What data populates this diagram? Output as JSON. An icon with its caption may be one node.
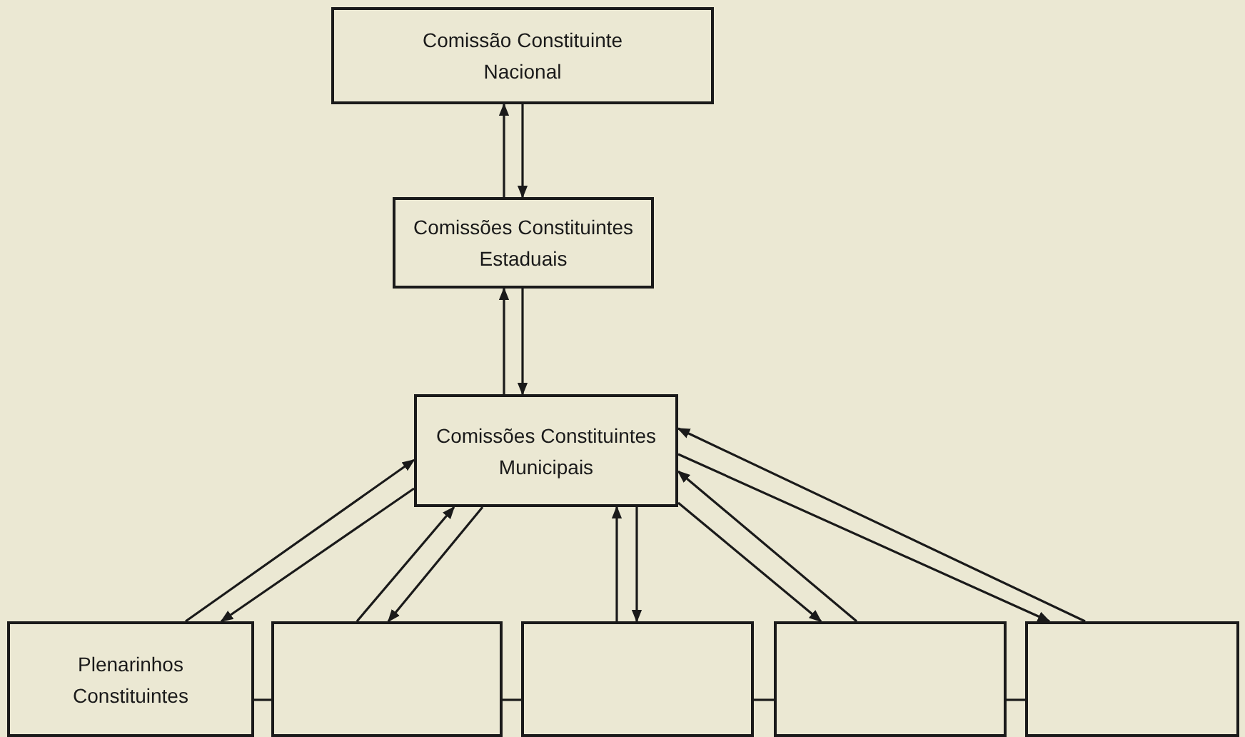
{
  "diagram": {
    "nodes": [
      {
        "text": [
          "Comissão Constituinte Nacional"
        ]
      },
      {
        "text": [
          "Comissões Constituintes Estaduais"
        ]
      },
      {
        "text": [
          "Comissões Constituintes Municipais"
        ]
      },
      {
        "text": [
          "Plenarinhos Constituintes"
        ]
      },
      {
        "text": [],
        "shape": "box"
      },
      {
        "text": [],
        "shape": "box"
      },
      {
        "text": [],
        "shape": "box"
      },
      {
        "text": [],
        "shape": "box"
      }
    ],
    "edges": [
      {
        "from": 1,
        "to": 0,
        "arrow": "to"
      },
      {
        "from": 0,
        "to": 1,
        "arrow": "to"
      },
      {
        "from": 2,
        "to": 1,
        "arrow": "to"
      },
      {
        "from": 1,
        "to": 2,
        "arrow": "to"
      },
      {
        "from": 3,
        "to": 2,
        "arrow": "to"
      },
      {
        "from": 2,
        "to": 3,
        "arrow": "to"
      },
      {
        "from": 4,
        "to": 2,
        "arrow": "to"
      },
      {
        "from": 2,
        "to": 4,
        "arrow": "to"
      },
      {
        "from": 5,
        "to": 2,
        "arrow": "to"
      },
      {
        "from": 2,
        "to": 5,
        "arrow": "to"
      },
      {
        "from": 6,
        "to": 2,
        "arrow": "to"
      },
      {
        "from": 2,
        "to": 6,
        "arrow": "to"
      },
      {
        "from": 7,
        "to": 2,
        "arrow": "to"
      },
      {
        "from": 2,
        "to": 7,
        "arrow": "to"
      },
      {
        "from": 3,
        "to": 4,
        "arrow": "none"
      },
      {
        "from": 4,
        "to": 5,
        "arrow": "none"
      },
      {
        "from": 5,
        "to": 6,
        "arrow": "none"
      },
      {
        "from": 6,
        "to": 7,
        "arrow": "none"
      }
    ]
  }
}
